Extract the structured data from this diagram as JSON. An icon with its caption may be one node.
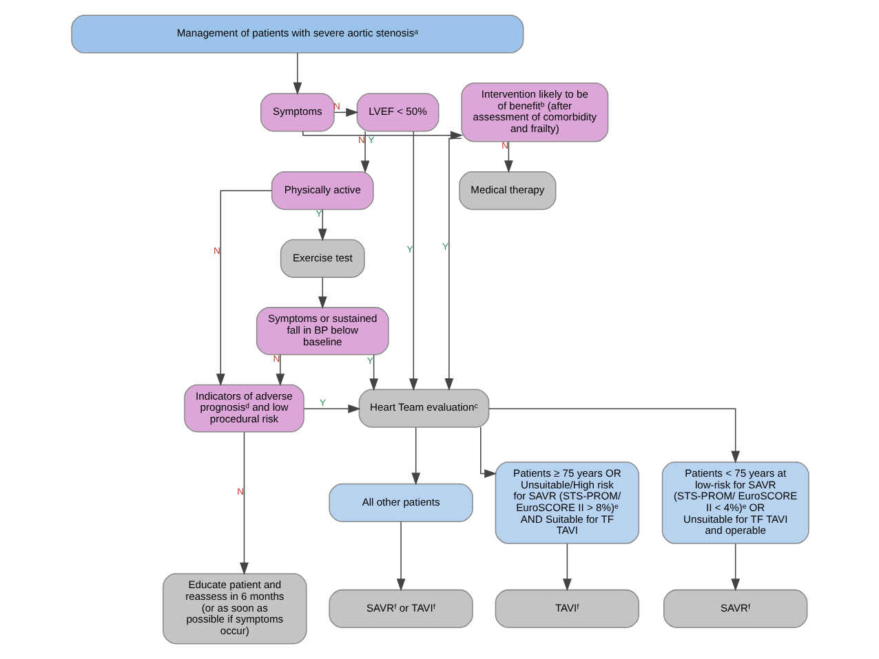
{
  "diagram": {
    "nodes": [
      {
        "text": [
          "Management of patients with severe aortic stenosisᵃ"
        ]
      },
      {
        "text": [
          "Symptoms"
        ]
      },
      {
        "text": [
          "LVEF < 50%"
        ]
      },
      {
        "text": [
          "Intervention likely to be of benefitᵇ (after assessment of comorbidity and frailty)"
        ]
      },
      {
        "text": [
          "Physically active"
        ]
      },
      {
        "text": [
          "Medical therapy"
        ]
      },
      {
        "text": [
          "Exercise test"
        ]
      },
      {
        "text": [
          "Symptoms or sustained fall in BP below baseline"
        ]
      },
      {
        "text": [
          "Indicators of adverse prognosisᵈ and low procedural risk"
        ]
      },
      {
        "text": [
          "Heart Team evaluationᶜ"
        ]
      },
      {
        "text": [
          "Patients < 75 years at low-risk for SAVR (STS-PROM/ EuroSCORE II < 4%)ᵉ OR Unsuitable for TF TAVI and operable"
        ]
      },
      {
        "text": [
          "All other patients"
        ]
      },
      {
        "text": [
          "Patients ≥ 75 years OR Unsuitable/High risk for SAVR (STS-PROM/ EuroSCORE II > 8%)ᵉ AND Suitable for TF TAVI"
        ]
      },
      {
        "text": [
          "Educate patient and reassess in 6 months (or as soon as possible if symptoms occur)"
        ]
      },
      {
        "text": [
          "SAVRᶠ"
        ]
      },
      {
        "text": [
          "SAVRᶠ or TAVIᶠ"
        ]
      },
      {
        "text": [
          "TAVIᶠ"
        ]
      }
    ],
    "edges": [
      {
        "from": 0,
        "to": 1,
        "arrow": "to"
      },
      {
        "from": 1,
        "to": 2,
        "arrow": "to",
        "label": "N"
      },
      {
        "from": 1,
        "to": 3,
        "arrow": "to",
        "label": "Y"
      },
      {
        "from": 2,
        "to": 4,
        "arrow": "to",
        "label": "N"
      },
      {
        "from": 3,
        "to": 5,
        "arrow": "to",
        "label": "N"
      },
      {
        "from": 2,
        "to": 9,
        "arrow": "to",
        "label": "Y"
      },
      {
        "from": 3,
        "to": 9,
        "arrow": "to",
        "label": "Y"
      },
      {
        "from": 4,
        "to": 6,
        "arrow": "to",
        "label": "Y"
      },
      {
        "from": 4,
        "to": 8,
        "arrow": "to",
        "label": "N"
      },
      {
        "from": 6,
        "to": 7,
        "arrow": "to"
      },
      {
        "from": 7,
        "to": 9,
        "arrow": "to",
        "label": "Y"
      },
      {
        "from": 7,
        "to": 8,
        "arrow": "to",
        "label": "N"
      },
      {
        "from": 8,
        "to": 9,
        "arrow": "to",
        "label": "Y"
      },
      {
        "from": 8,
        "to": 13,
        "arrow": "to",
        "label": "N"
      },
      {
        "from": 9,
        "to": 10,
        "arrow": "to"
      },
      {
        "from": 9,
        "to": 11,
        "arrow": "to"
      },
      {
        "from": 9,
        "to": 12,
        "arrow": "to"
      },
      {
        "from": 10,
        "to": 14,
        "arrow": "to"
      },
      {
        "from": 11,
        "to": 15,
        "arrow": "to"
      },
      {
        "from": 12,
        "to": 16,
        "arrow": "to"
      }
    ]
  }
}
